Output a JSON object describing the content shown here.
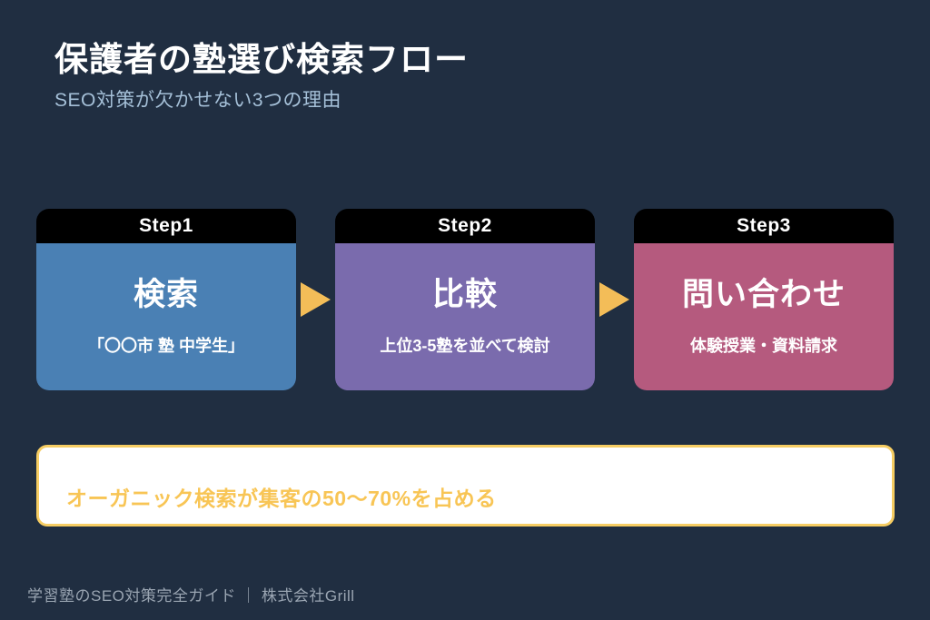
{
  "title": "保護者の塾選び検索フロー",
  "subtitle": "SEO対策が欠かせない3つの理由",
  "steps": [
    {
      "label": "Step1",
      "heading": "検索",
      "description": "「〇〇市 塾 中学生」",
      "color": "#4a80b4"
    },
    {
      "label": "Step2",
      "heading": "比較",
      "description": "上位3-5塾を並べて検討",
      "color": "#7a6bad"
    },
    {
      "label": "Step3",
      "heading": "問い合わせ",
      "description": "体験授業・資料請求",
      "color": "#b55a7e"
    }
  ],
  "callout": {
    "text": "オーガニック検索が集客の50〜70%を占める"
  },
  "footer": {
    "text": "学習塾のSEO対策完全ガイド ｜ 株式会社Grill"
  },
  "colors": {
    "background": "#202e41",
    "step_header": "#000000",
    "arrow": "#f3bd58",
    "callout_border": "#f6cd63",
    "callout_text": "#f8c555",
    "subtitle_text": "#a5c0d8",
    "footer_text": "#9aa5b2"
  }
}
